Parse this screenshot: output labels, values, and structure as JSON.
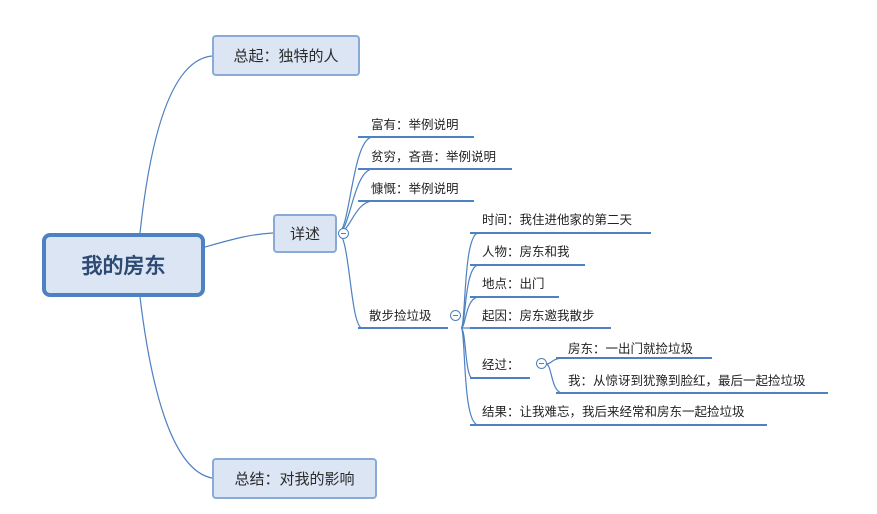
{
  "root": "我的房东",
  "branches": {
    "intro": "总起：独特的人",
    "detail": "详述",
    "summary": "总结：对我的影响"
  },
  "detail_items": {
    "rich": "富有：举例说明",
    "poor": "贫穷，吝啬：举例说明",
    "generous": "慷慨：举例说明",
    "walk": "散步捡垃圾"
  },
  "walk_items": {
    "time": "时间：我住进他家的第二天",
    "people": "人物：房东和我",
    "place": "地点：出门",
    "cause": "起因：房东邀我散步",
    "process": "经过：",
    "result": "结果：让我难忘，我后来经常和房东一起捡垃圾"
  },
  "process_items": {
    "landlord": "房东：一出门就捡垃圾",
    "me": "我：从惊讶到犹豫到脸红，最后一起捡垃圾"
  },
  "colors": {
    "line": "#4e81c2",
    "node_fill": "#dbe5f3",
    "node_border": "#8aaad6",
    "root_text": "#2c4a73"
  }
}
